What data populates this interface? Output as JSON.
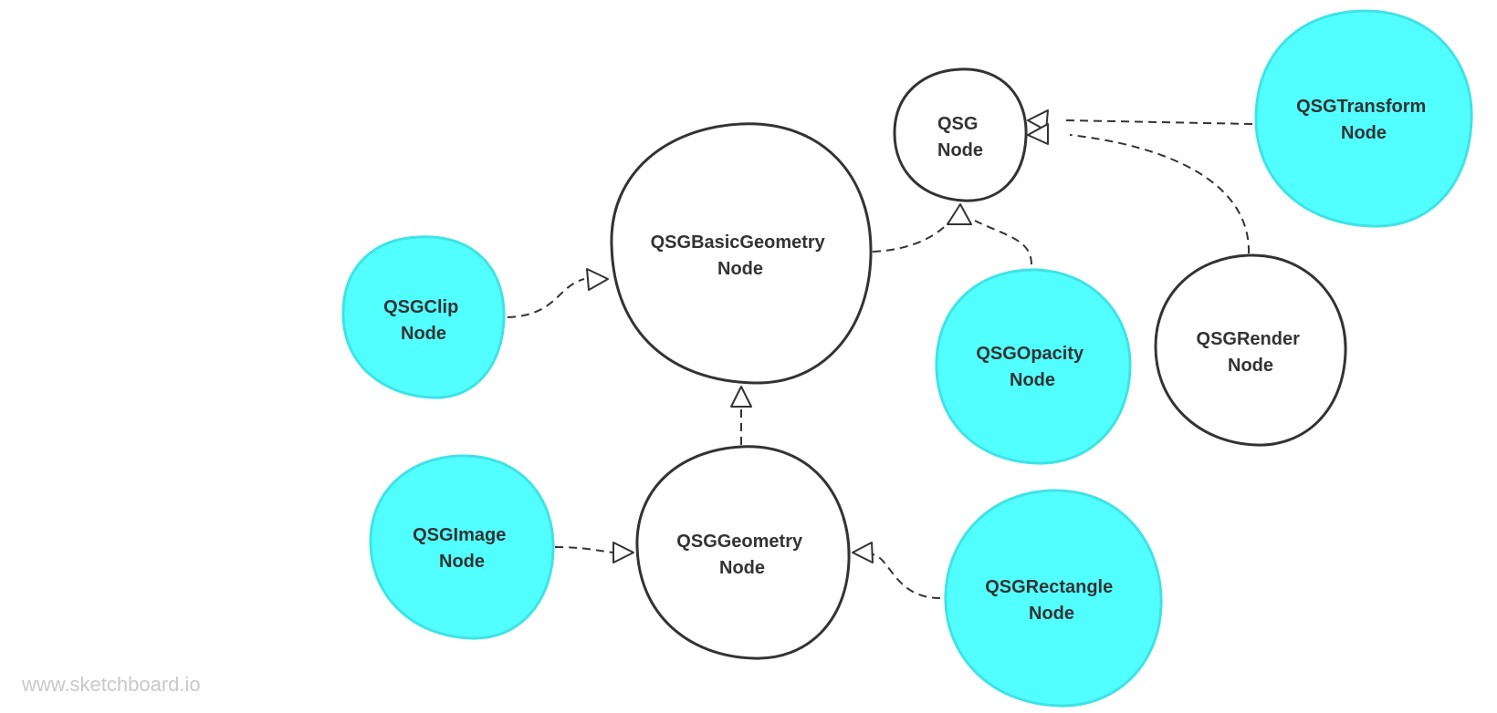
{
  "colors": {
    "highlight_fill": "#52ffff",
    "highlight_stroke": "#3fe3e6",
    "plain_fill": "#ffffff",
    "stroke": "#333333",
    "text": "#333333",
    "watermark": "#c9c9c9"
  },
  "nodes": {
    "qsg_node": {
      "line1": "QSG",
      "line2": "Node",
      "highlighted": false
    },
    "basic_geometry": {
      "line1": "QSGBasicGeometry",
      "line2": "Node",
      "highlighted": false
    },
    "clip": {
      "line1": "QSGClip",
      "line2": "Node",
      "highlighted": true
    },
    "transform": {
      "line1": "QSGTransform",
      "line2": "Node",
      "highlighted": true
    },
    "opacity": {
      "line1": "QSGOpacity",
      "line2": "Node",
      "highlighted": true
    },
    "render": {
      "line1": "QSGRender",
      "line2": "Node",
      "highlighted": false
    },
    "geometry": {
      "line1": "QSGGeometry",
      "line2": "Node",
      "highlighted": false
    },
    "image": {
      "line1": "QSGImage",
      "line2": "Node",
      "highlighted": true
    },
    "rectangle": {
      "line1": "QSGRectangle",
      "line2": "Node",
      "highlighted": true
    }
  },
  "edges": [
    {
      "from": "transform",
      "to": "qsg_node",
      "style": "dashed",
      "arrow": "hollow-triangle"
    },
    {
      "from": "render",
      "to": "qsg_node",
      "style": "dashed",
      "arrow": "hollow-triangle"
    },
    {
      "from": "basic_geometry",
      "to": "qsg_node",
      "style": "dashed",
      "arrow": "hollow-triangle"
    },
    {
      "from": "opacity",
      "to": "qsg_node",
      "style": "dashed",
      "arrow": "hollow-triangle"
    },
    {
      "from": "clip",
      "to": "basic_geometry",
      "style": "dashed",
      "arrow": "hollow-triangle"
    },
    {
      "from": "geometry",
      "to": "basic_geometry",
      "style": "dashed",
      "arrow": "hollow-triangle"
    },
    {
      "from": "image",
      "to": "geometry",
      "style": "dashed",
      "arrow": "hollow-triangle"
    },
    {
      "from": "rectangle",
      "to": "geometry",
      "style": "dashed",
      "arrow": "hollow-triangle"
    }
  ],
  "watermark": "www.sketchboard.io"
}
